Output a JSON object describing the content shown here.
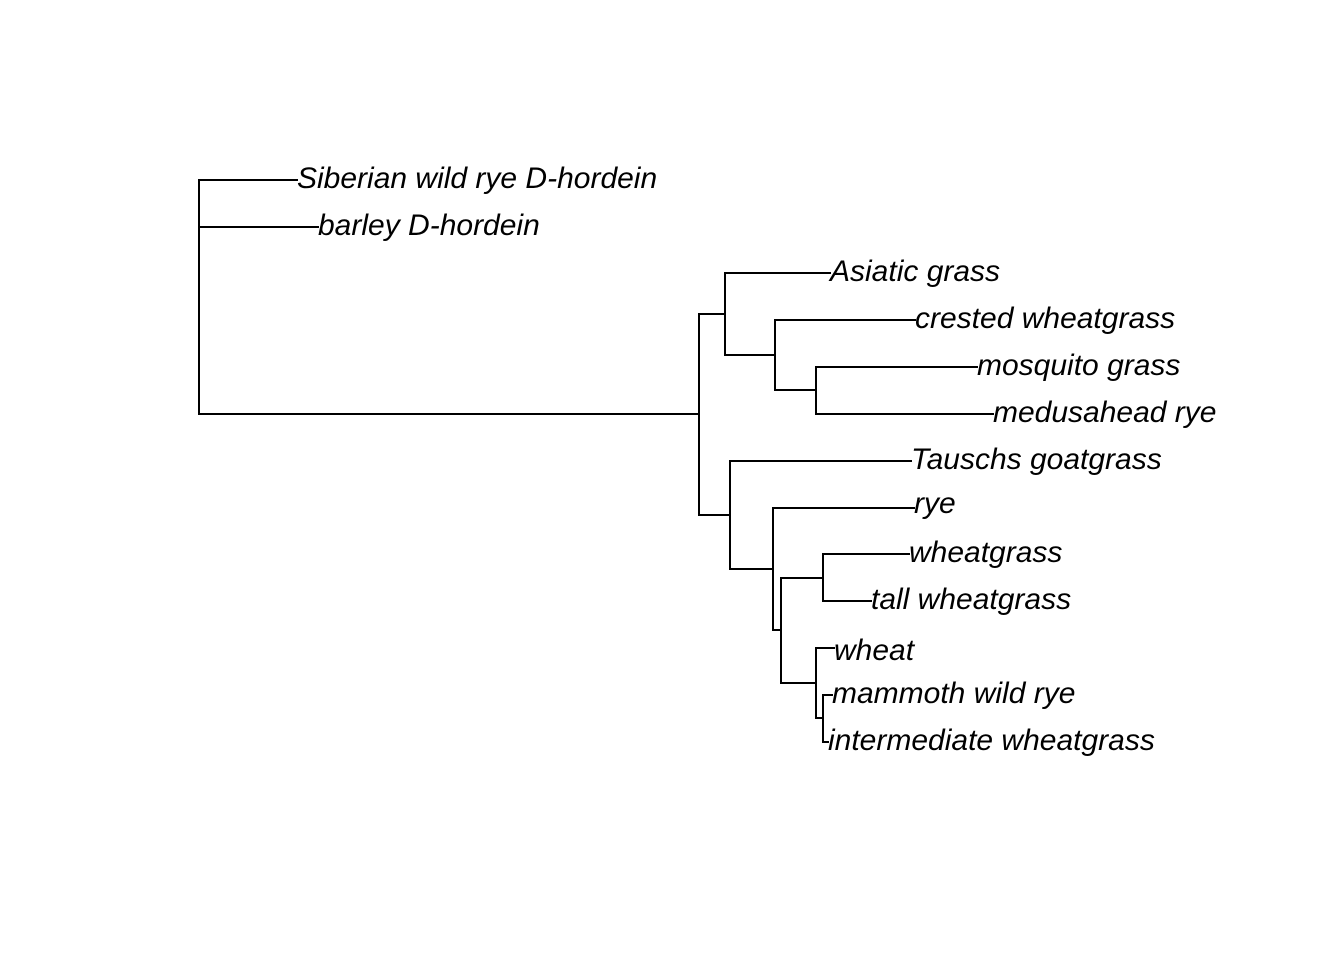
{
  "tree": {
    "type": "phylogram",
    "orientation": "rightwards",
    "tips": [
      {
        "id": "t1",
        "label": "Siberian wild rye D-hordein"
      },
      {
        "id": "t2",
        "label": "barley D-hordein"
      },
      {
        "id": "t3",
        "label": "Asiatic grass"
      },
      {
        "id": "t4",
        "label": "crested wheatgrass"
      },
      {
        "id": "t5",
        "label": "mosquito grass"
      },
      {
        "id": "t6",
        "label": "medusahead rye"
      },
      {
        "id": "t7",
        "label": "Tauschs goatgrass"
      },
      {
        "id": "t8",
        "label": "rye"
      },
      {
        "id": "t9",
        "label": "wheatgrass"
      },
      {
        "id": "t10",
        "label": "tall wheatgrass"
      },
      {
        "id": "t11",
        "label": "wheat"
      },
      {
        "id": "t12",
        "label": "mammoth wild rye"
      },
      {
        "id": "t13",
        "label": "intermediate wheatgrass"
      }
    ],
    "newick": "(t1,t2,((t3,(t4,(t5,t6))),(t7,(t8,((t9,t10),(t11,(t12,t13)))))));"
  }
}
